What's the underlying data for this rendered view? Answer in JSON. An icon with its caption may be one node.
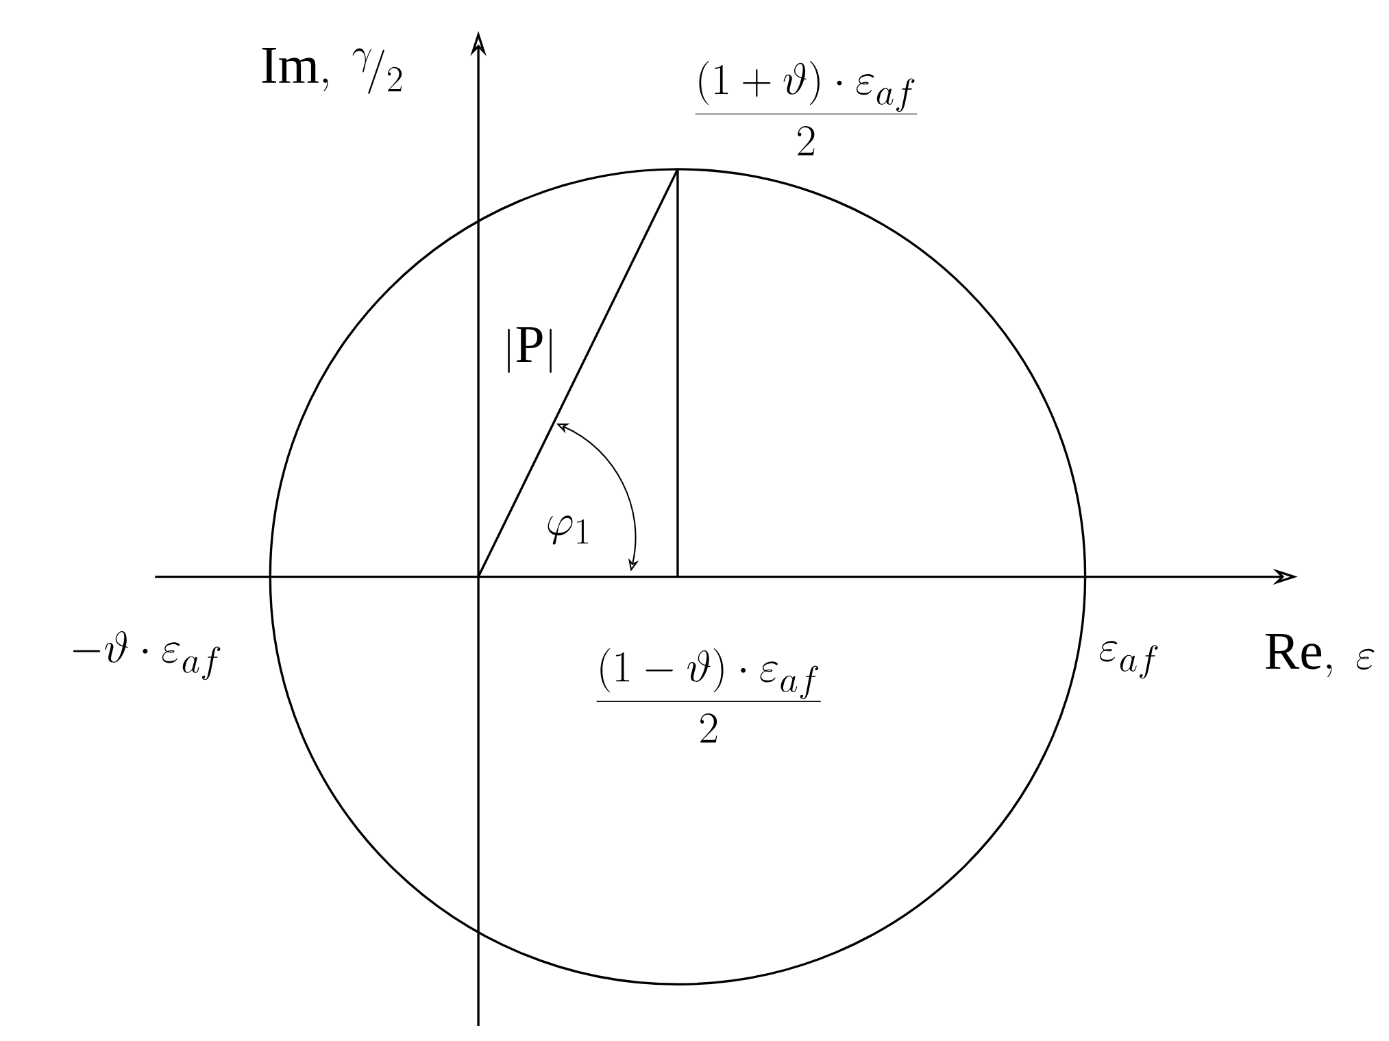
{
  "diagram": {
    "labels": [
      "\\mathrm{Im},\\ {}^{\\gamma}\\!/_{2}",
      "\\frac{(1+\\vartheta)\\cdot\\varepsilon_{af}}{2}",
      "|\\mathrm{P}|",
      "\\varphi_{1}",
      "-\\vartheta\\cdot\\varepsilon_{af}",
      "\\frac{(1-\\vartheta)\\cdot\\varepsilon_{af}}{2}",
      "\\varepsilon_{af}",
      "\\mathrm{Re},\\ \\varepsilon"
    ]
  }
}
